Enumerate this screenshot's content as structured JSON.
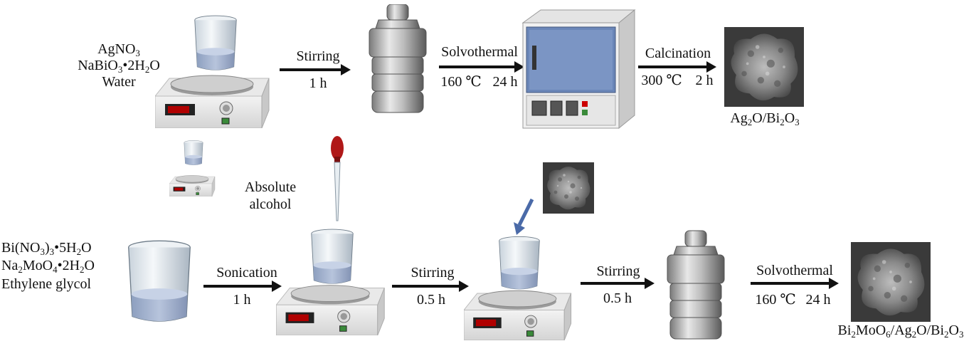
{
  "row1": {
    "reagents": [
      "AgNO3",
      "NaBiO3•2H2O",
      "Water"
    ],
    "step1": {
      "name": "Stirring",
      "time": "1 h"
    },
    "step2": {
      "name": "Solvothermal",
      "temp": "160 ℃",
      "time": "24 h"
    },
    "step3": {
      "name": "Calcination",
      "temp": "300 ℃",
      "time": "2 h"
    },
    "product": "Ag2O/Bi2O3"
  },
  "row2": {
    "reagents": [
      "Bi(NO3)3•5H2O",
      "Na2MoO4•2H2O",
      "Ethylene glycol"
    ],
    "additive": [
      "Absolute",
      "alcohol"
    ],
    "step1": {
      "name": "Sonication",
      "time": "1 h"
    },
    "step2": {
      "name": "Stirring",
      "time": "0.5 h"
    },
    "step3": {
      "name": "Stirring",
      "time": "0.5 h"
    },
    "step4": {
      "name": "Solvothermal",
      "temp": "160 ℃",
      "time": "24 h"
    },
    "product": "Bi2MoO6/Ag2O/Bi2O3"
  },
  "colors": {
    "arrow": "#111111",
    "furnace_door": "#6a86b8",
    "dropper_bulb": "#b01818",
    "display": "#b00000",
    "sem_bg": "#3a3a3a"
  }
}
